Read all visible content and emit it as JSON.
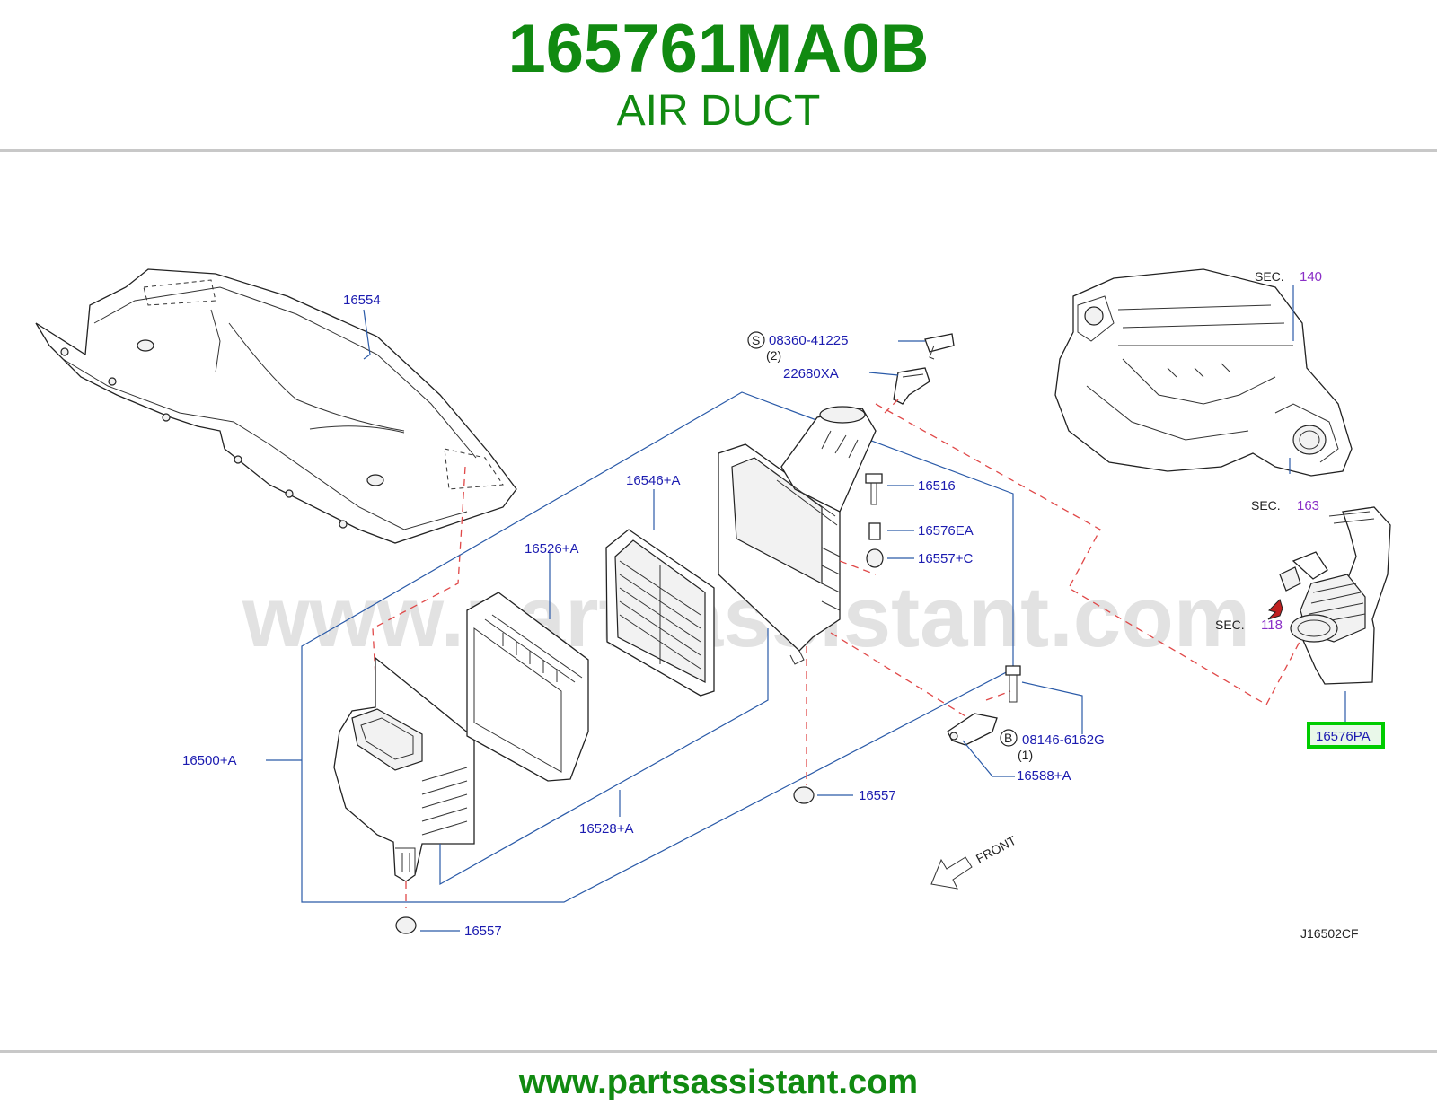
{
  "header": {
    "part_number": "165761MA0B",
    "part_name": "AIR DUCT"
  },
  "footer": {
    "url": "www.partsassistant.com"
  },
  "watermark": "www.partsassistant.com",
  "diagram": {
    "code": "J16502CF",
    "front_label": "FRONT",
    "highlight_color": "#00cc00",
    "colors": {
      "title": "#118a11",
      "label": "#1b1bb0",
      "section_ref": "#8a2fc7",
      "dashed_line": "#e04848"
    },
    "labels": {
      "p16554": "16554",
      "p08360": "08360-41225",
      "p08360_badge": "S",
      "p08360_qty": "(2)",
      "p22680": "22680XA",
      "p16516": "16516",
      "p16576ea": "16576EA",
      "p16557c": "16557+C",
      "p16546a": "16546+A",
      "p16526a": "16526+A",
      "p16500a": "16500+A",
      "p16528a": "16528+A",
      "p16557_mid": "16557",
      "p16557_bottom": "16557",
      "p08146": "08146-6162G",
      "p08146_badge": "B",
      "p08146_qty": "(1)",
      "p16588a": "16588+A",
      "p16576pa": "16576PA"
    },
    "sections": {
      "sec_prefix": "SEC.",
      "sec140": "140",
      "sec163": "163",
      "sec118": "118"
    }
  }
}
